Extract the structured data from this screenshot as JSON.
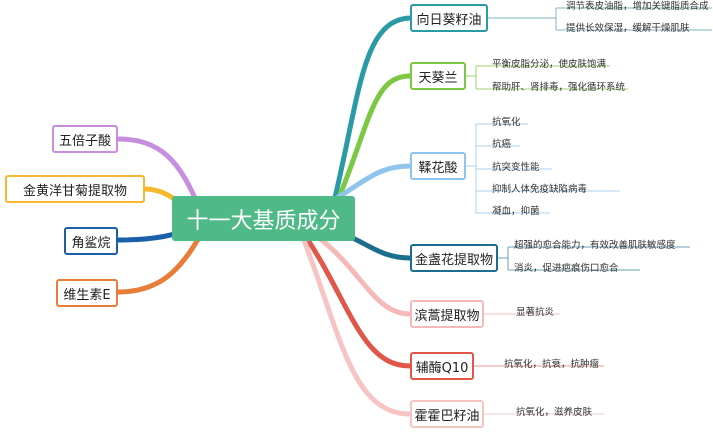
{
  "center": "十一大基质成分",
  "left_nodes": [
    {
      "label": "五倍子酸",
      "color": "#c78ee0"
    },
    {
      "label": "金黄洋甘菊提取物",
      "color": "#f5b82e"
    },
    {
      "label": "角鲨烷",
      "color": "#1a5fa8"
    },
    {
      "label": "维生素E",
      "color": "#e67e3a"
    }
  ],
  "right_nodes": [
    {
      "label": "向日葵籽油",
      "color": "#2a9aa6",
      "details": [
        "调节表皮油脂，增加关键脂质合成",
        "提供长效保湿，缓解干燥肌肤"
      ]
    },
    {
      "label": "天葵兰",
      "color": "#7cc843",
      "details": [
        "平衡皮脂分泌，使皮肤饱满",
        "帮助肝、肾排毒，强化循环系统"
      ]
    },
    {
      "label": "鞣花酸",
      "color": "#8fc4ec",
      "details": [
        "抗氧化",
        "抗癌",
        "抗突变性能",
        "抑制人体免疫缺陷病毒",
        "凝血，抑菌"
      ]
    },
    {
      "label": "金盏花提取物",
      "color": "#1b6f8c",
      "details": [
        "超强的愈合能力，有效改善肌肤敏感度",
        "消炎，促进疤痕伤口愈合"
      ]
    },
    {
      "label": "滨蒿提取物",
      "color": "#f5b9b9",
      "details": [
        "显著抗炎"
      ]
    },
    {
      "label": "辅酶Q10",
      "color": "#e0574a",
      "details": [
        "抗氧化，抗衰，抗肿瘤"
      ]
    },
    {
      "label": "霍霍巴籽油",
      "color": "#f7c4c4",
      "details": [
        "抗氧化，滋养皮肤"
      ]
    }
  ]
}
